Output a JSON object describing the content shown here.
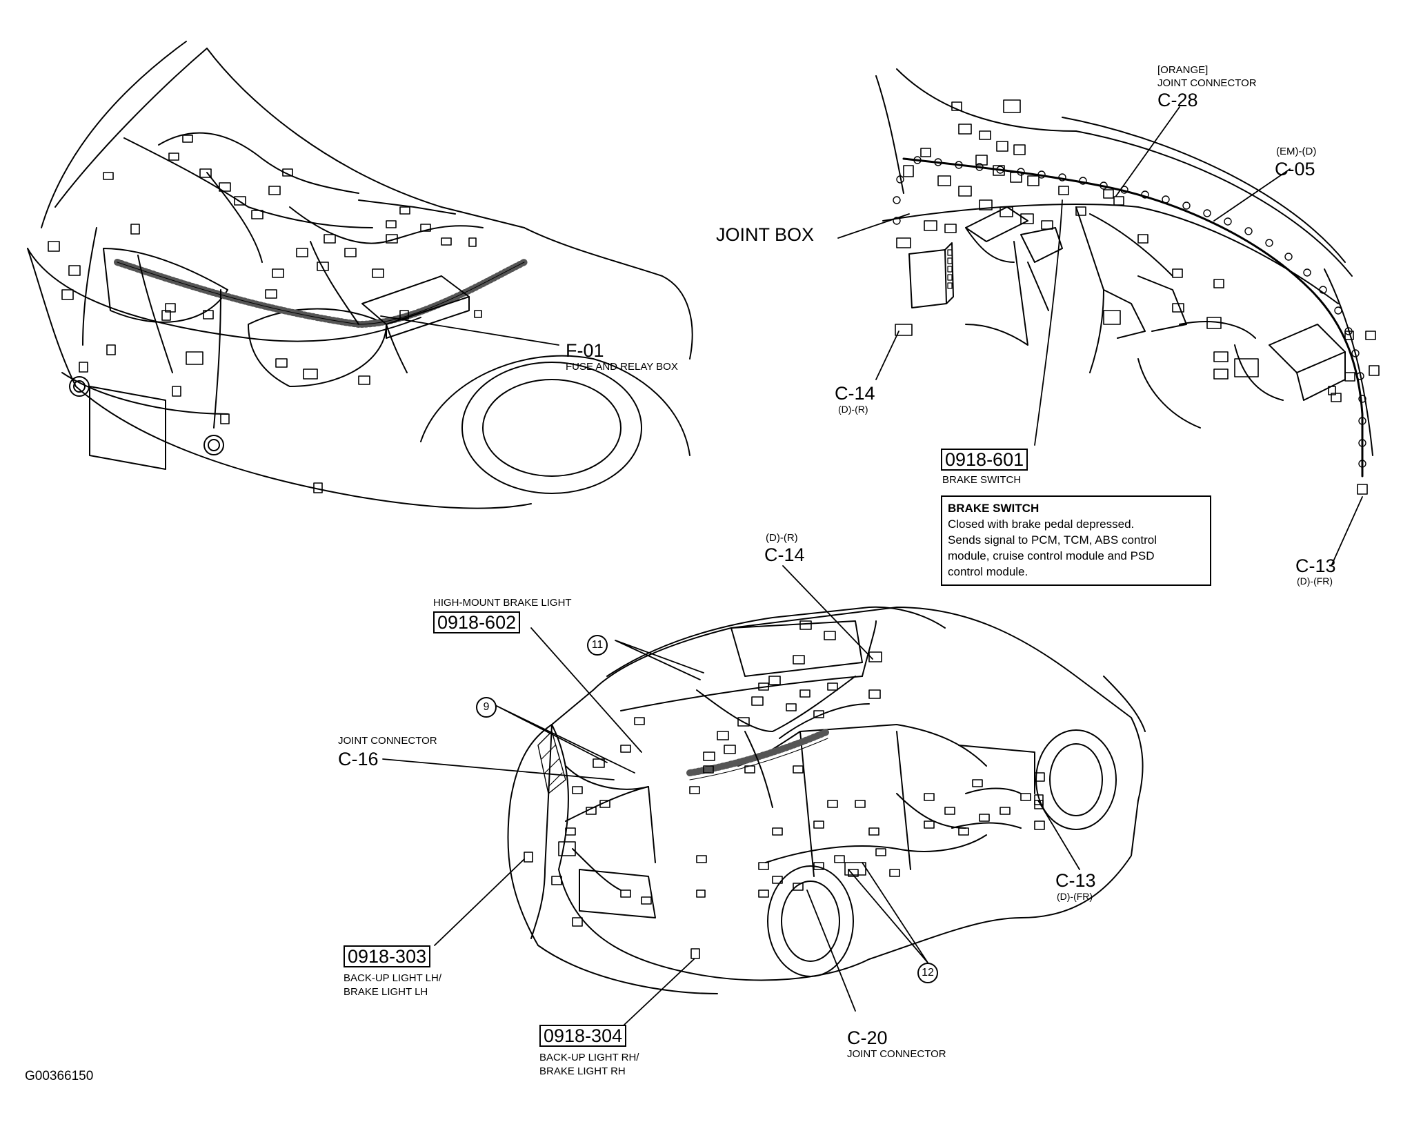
{
  "front_view": {
    "fuse_box": {
      "code": "F-01",
      "desc": "FUSE AND RELAY BOX"
    }
  },
  "dash_view": {
    "c28": {
      "note": "[ORANGE]",
      "desc": "JOINT CONNECTOR",
      "code": "C-28"
    },
    "c05": {
      "note": "(EM)-(D)",
      "code": "C-05"
    },
    "joint_box": "JOINT BOX",
    "c14": {
      "code": "C-14",
      "note": "(D)-(R)"
    },
    "brake_switch": {
      "code": "0918-601",
      "desc": "BRAKE SWITCH"
    },
    "c13": {
      "code": "C-13",
      "note": "(D)-(FR)"
    },
    "info_box": {
      "title": "BRAKE SWITCH",
      "line1": "Closed with brake pedal depressed.",
      "line2": "Sends signal to PCM, TCM, ABS control",
      "line3": "module, cruise control module and PSD",
      "line4": "control module."
    }
  },
  "rear_view": {
    "c14": {
      "note": "(D)-(R)",
      "code": "C-14"
    },
    "high_mount": {
      "desc": "HIGH-MOUNT BRAKE LIGHT",
      "code": "0918-602"
    },
    "callout_11": "11",
    "callout_9": "9",
    "callout_12": "12",
    "c16": {
      "desc": "JOINT CONNECTOR",
      "code": "C-16"
    },
    "c13": {
      "code": "C-13",
      "note": "(D)-(FR)"
    },
    "backup_lh": {
      "code": "0918-303",
      "line1": "BACK-UP LIGHT LH/",
      "line2": "BRAKE LIGHT LH"
    },
    "backup_rh": {
      "code": "0918-304",
      "line1": "BACK-UP LIGHT RH/",
      "line2": "BRAKE LIGHT RH"
    },
    "c20": {
      "code": "C-20",
      "desc": "JOINT CONNECTOR"
    }
  },
  "figure_id": "G00366150"
}
